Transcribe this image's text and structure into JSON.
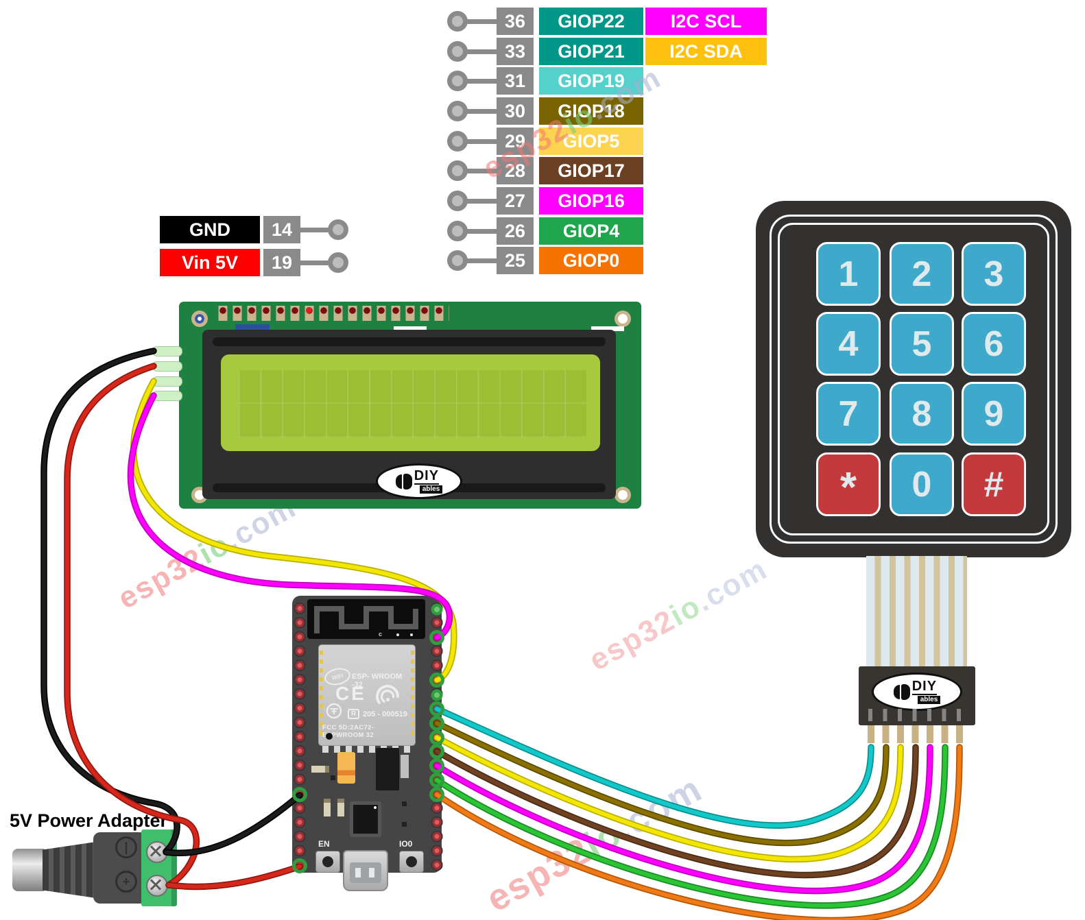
{
  "pin_table": {
    "rows": [
      {
        "pin": "36",
        "gpio": "GIOP22",
        "gpio_color": "#009688",
        "func": "I2C SCL",
        "func_color": "#FF00FF"
      },
      {
        "pin": "33",
        "gpio": "GIOP21",
        "gpio_color": "#009688",
        "func": "I2C SDA",
        "func_color": "#FFC10E"
      },
      {
        "pin": "31",
        "gpio": "GIOP19",
        "gpio_color": "#55D1CB",
        "func": "",
        "func_color": ""
      },
      {
        "pin": "30",
        "gpio": "GIOP18",
        "gpio_color": "#7A6400",
        "func": "",
        "func_color": ""
      },
      {
        "pin": "29",
        "gpio": "GIOP5",
        "gpio_color": "#FDD44F",
        "func": "",
        "func_color": ""
      },
      {
        "pin": "28",
        "gpio": "GIOP17",
        "gpio_color": "#6C4023",
        "func": "",
        "func_color": ""
      },
      {
        "pin": "27",
        "gpio": "GIOP16",
        "gpio_color": "#FF00FF",
        "func": "",
        "func_color": ""
      },
      {
        "pin": "26",
        "gpio": "GIOP4",
        "gpio_color": "#1FA54B",
        "func": "",
        "func_color": ""
      },
      {
        "pin": "25",
        "gpio": "GIOP0",
        "gpio_color": "#F67300",
        "func": "",
        "func_color": ""
      }
    ],
    "number_box_color": "#8A8A8A"
  },
  "power_table": {
    "rows": [
      {
        "label": "GND",
        "label_color": "#000000",
        "pin": "14"
      },
      {
        "label": "Vin 5V",
        "label_color": "#FE0000",
        "pin": "19"
      }
    ]
  },
  "brand": {
    "main": "DIY",
    "sub": "ables"
  },
  "keypad": {
    "keys": [
      {
        "label": "1",
        "color": "#3FA9CC"
      },
      {
        "label": "2",
        "color": "#3FA9CC"
      },
      {
        "label": "3",
        "color": "#3FA9CC"
      },
      {
        "label": "4",
        "color": "#3FA9CC"
      },
      {
        "label": "5",
        "color": "#3FA9CC"
      },
      {
        "label": "6",
        "color": "#3FA9CC"
      },
      {
        "label": "7",
        "color": "#3FA9CC"
      },
      {
        "label": "8",
        "color": "#3FA9CC"
      },
      {
        "label": "9",
        "color": "#3FA9CC"
      },
      {
        "label": "*",
        "color": "#C4393B"
      },
      {
        "label": "0",
        "color": "#3FA9CC"
      },
      {
        "label": "#",
        "color": "#C4393B"
      }
    ]
  },
  "esp32": {
    "antenna_label": "c",
    "wifi_label": "WiFi",
    "module_name": "ESP- WROOM -32",
    "ce_mark": "CE",
    "reg_mark": "R",
    "reg_number": "205 - 000519",
    "fcc_id": "FCC 5D:2AC72-ESPWROOM 32",
    "btn_en": "EN",
    "btn_io0": "IO0"
  },
  "adapter": {
    "label": "5V Power Adapter",
    "label_color": "#29A8E0"
  },
  "watermark": {
    "part1": "esp32",
    "part2": "io",
    "part3": ".com"
  },
  "wires": {
    "black": "#1C1C1C",
    "red": "#D6281A",
    "yellow": "#F3E600",
    "magenta": "#FF00FF",
    "cyan": "#12C8C8",
    "olive": "#8A7000",
    "brown": "#6F4222",
    "green": "#2BC435",
    "orange": "#EF7A16"
  },
  "wire_edges": {
    "black": "#000000",
    "red": "#8F1710",
    "yellow": "#B8AE00",
    "magenta": "#C000C0",
    "cyan": "#0A8F8F",
    "olive": "#5C4A00",
    "brown": "#4A2B15",
    "green": "#1B8A24",
    "orange": "#B35708"
  }
}
